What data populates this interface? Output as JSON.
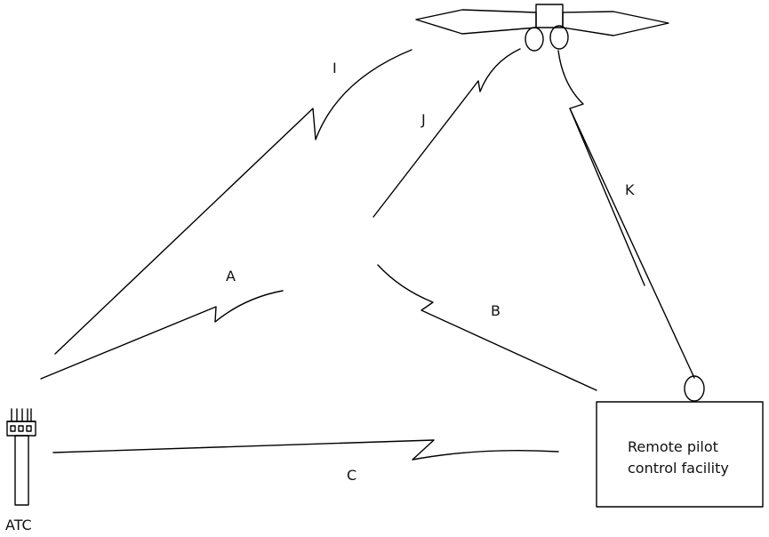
{
  "links": {
    "A": "A",
    "B": "B",
    "C": "C",
    "I": "I",
    "J": "J",
    "K": "K"
  },
  "atc": {
    "label": "ATC"
  },
  "facility": {
    "line1": "Remote pilot",
    "line2": "control facility"
  }
}
